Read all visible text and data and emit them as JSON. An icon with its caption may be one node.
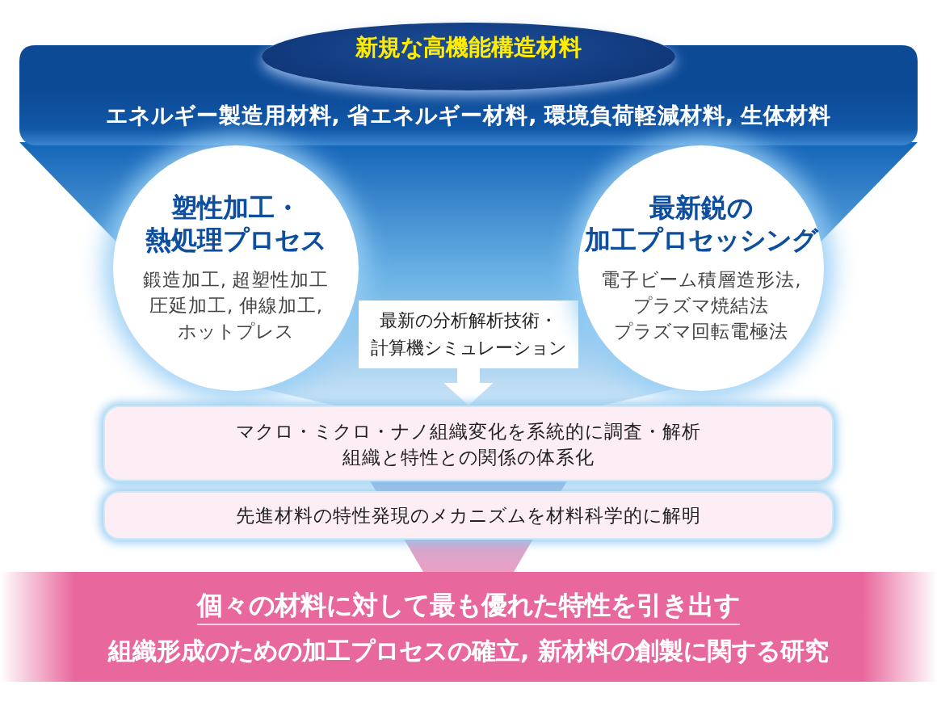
{
  "diagram": {
    "nodes": [
      {
        "text": [
          "新規な高機能構造材料"
        ]
      },
      {
        "text": [
          "エネルギー製造用材料, 省エネルギー材料, 環境負荷軽減材料, 生体材料"
        ]
      },
      {
        "text": [
          "塑性加工・熱処理プロセス",
          "鍛造加工, 超塑性加工圧延加工, 伸線加工,ホットプレス"
        ]
      },
      {
        "text": [
          "最新の分析解析技術・計算機シミュレーション"
        ]
      },
      {
        "text": [
          "最新鋭の加工プロセッシング",
          "電子ビーム積層造形法,プラズマ焼結法プラズマ回転電極法"
        ]
      },
      {
        "text": [
          "マクロ・ミクロ・ナノ組織変化を系統的に調査・解析組織と特性との関係の体系化"
        ]
      },
      {
        "text": [
          "先進材料の特性発現のメカニズムを材料科学的に解明"
        ]
      },
      {
        "text": [
          "個々の材料に対して最も優れた特性を引き出す",
          "組織形成のための加工プロセスの確立, 新材料の創製に関する研究"
        ]
      }
    ],
    "edges": [
      {
        "from": 3,
        "to": 5,
        "arrow": "to"
      }
    ]
  }
}
